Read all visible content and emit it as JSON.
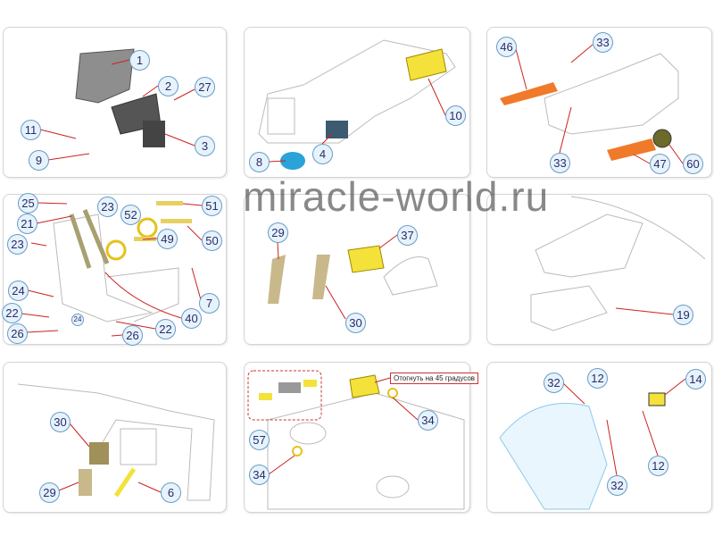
{
  "panels": [
    {
      "callouts": [
        "1",
        "2",
        "27",
        "11",
        "3",
        "9"
      ]
    },
    {
      "callouts": [
        "10",
        "8",
        "4"
      ]
    },
    {
      "callouts": [
        "46",
        "33",
        "33",
        "47",
        "60"
      ]
    },
    {
      "callouts": [
        "25",
        "21",
        "23",
        "52",
        "51",
        "23",
        "49",
        "50",
        "24",
        "7",
        "22",
        "40",
        "26",
        "22",
        "26",
        "24"
      ]
    },
    {
      "callouts": [
        "29",
        "37",
        "30"
      ]
    },
    {
      "callouts": [
        "19"
      ]
    },
    {
      "callouts": [
        "30",
        "29",
        "6"
      ]
    },
    {
      "callouts": [
        "57",
        "34",
        "34"
      ],
      "note": "Отогнуть на 45 градусов"
    },
    {
      "callouts": [
        "32",
        "12",
        "14",
        "12",
        "32"
      ]
    }
  ],
  "watermark": "miracle-world.ru",
  "colors": {
    "leader": "#cc2222",
    "callout_fill": "#e6f3fb",
    "callout_border": "#6a9ac8",
    "orange": "#f07a2a",
    "yellow": "#f4e13a"
  }
}
